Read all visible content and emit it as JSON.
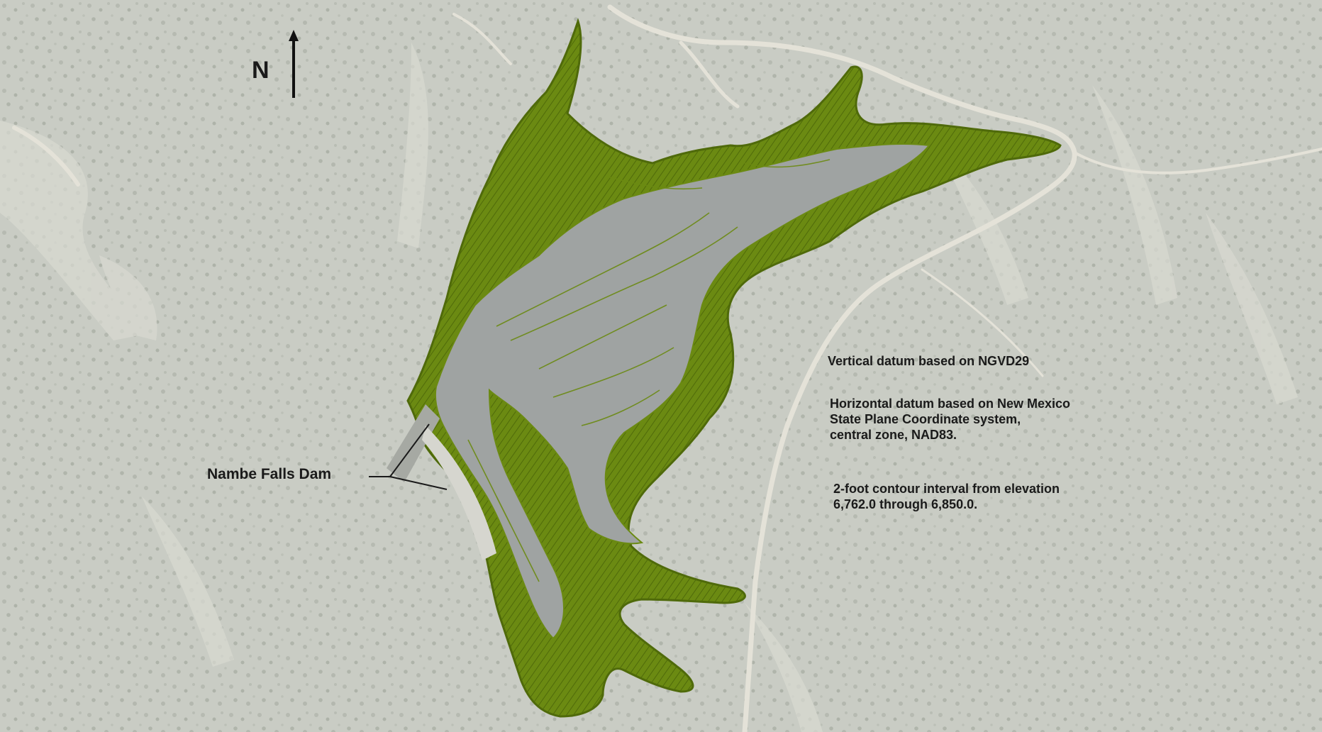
{
  "map": {
    "north_label": "N",
    "dam_label": "Nambe Falls Dam",
    "notes": {
      "vertical": "Vertical datum based on NGVD29",
      "horizontal": [
        "Horizontal datum based on New Mexico",
        "State Plane Coordinate system,",
        "central zone, NAD83."
      ],
      "contour": [
        "2-foot contour interval from elevation",
        "6,762.0 through 6,850.0."
      ]
    },
    "colors": {
      "terrain": "#c9ccc4",
      "contour": "#5c7a10",
      "reservoir": "#9fa3a2",
      "roads": "#e4e2d8",
      "text": "#1a1a1a"
    }
  }
}
